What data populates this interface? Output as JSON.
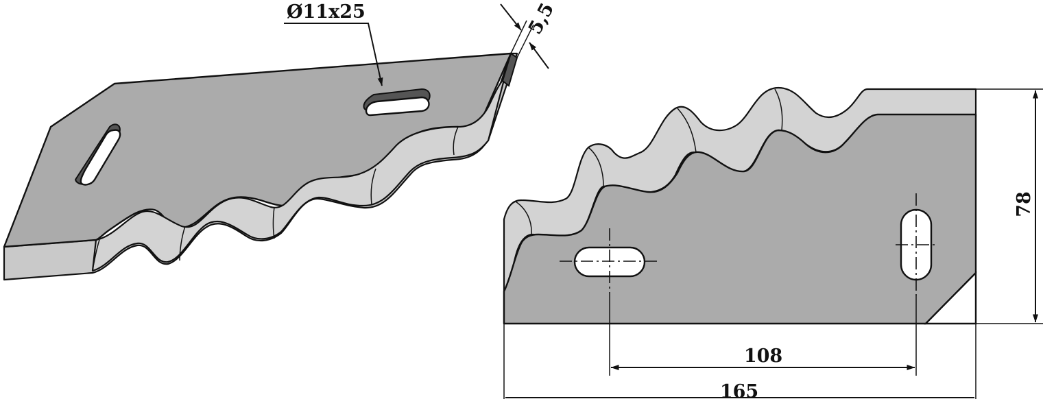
{
  "labels": {
    "slot": "Ø11x25",
    "thickness": "5,5",
    "height": "78",
    "hole_spacing": "108",
    "length": "165"
  },
  "colors": {
    "plate_face": "#ababab",
    "bevel": "#d3d3d3",
    "slot_shadow": "#555555",
    "line": "#111111"
  }
}
